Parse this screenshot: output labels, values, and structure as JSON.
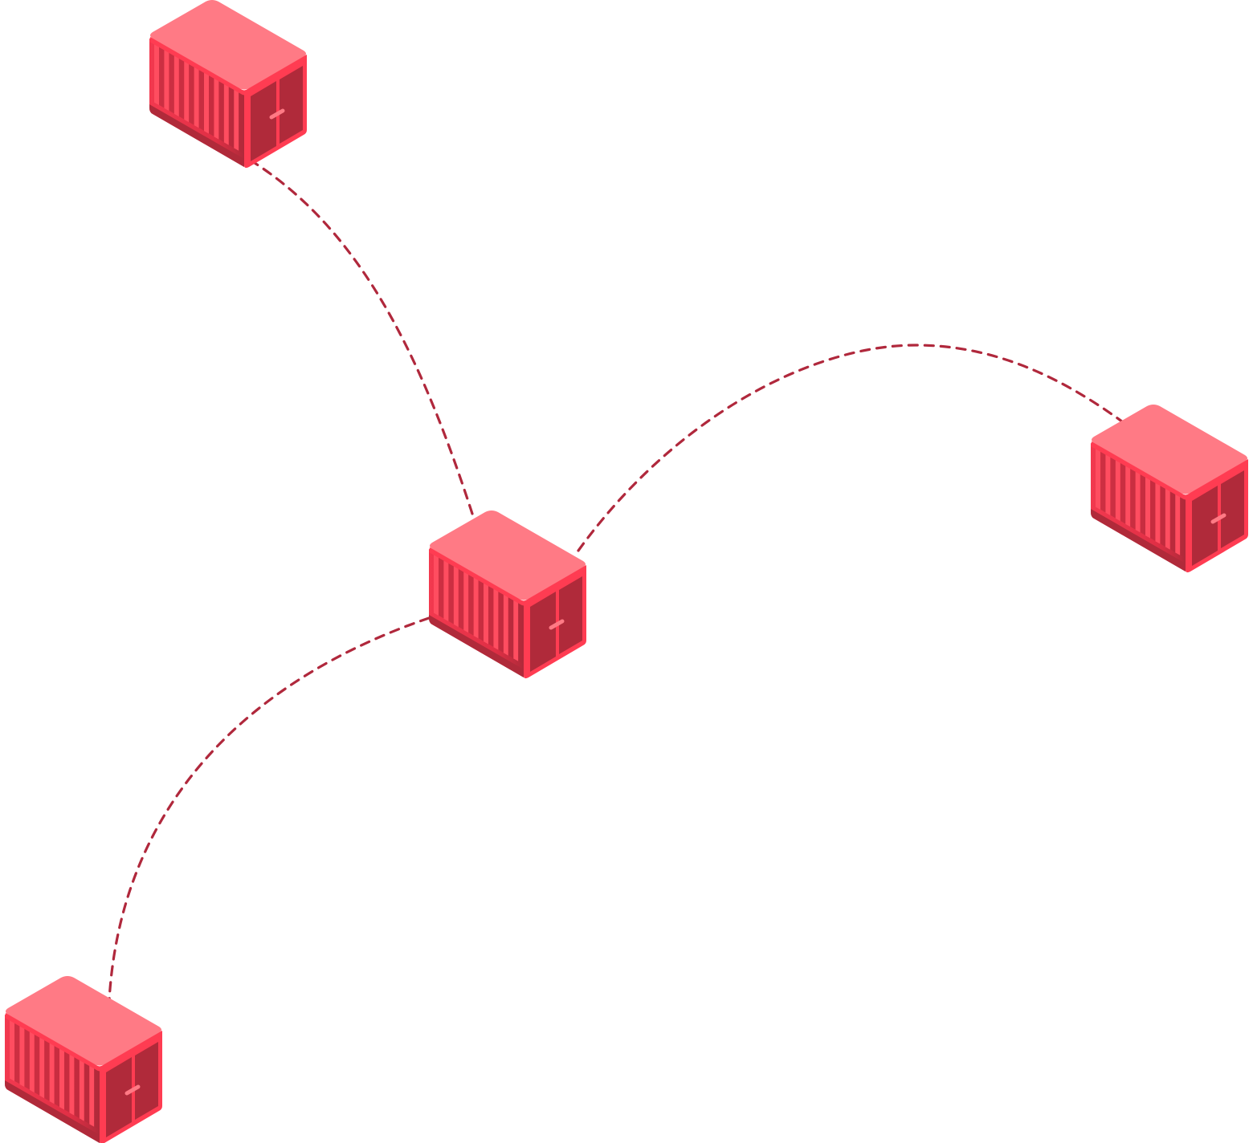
{
  "diagram": {
    "type": "network",
    "center_node": "container-center",
    "nodes": [
      {
        "id": "container-top-left",
        "icon": "shipping-container-icon"
      },
      {
        "id": "container-center",
        "icon": "shipping-container-icon"
      },
      {
        "id": "container-right",
        "icon": "shipping-container-icon"
      },
      {
        "id": "container-bottom-left",
        "icon": "shipping-container-icon"
      }
    ],
    "edges": [
      {
        "from": "container-center",
        "to": "container-top-left",
        "style": "dashed"
      },
      {
        "from": "container-center",
        "to": "container-right",
        "style": "dashed"
      },
      {
        "from": "container-center",
        "to": "container-bottom-left",
        "style": "dashed"
      }
    ]
  },
  "colors": {
    "background": "#ffffff",
    "connector": "#b0283c",
    "container_top": "#ff7a85",
    "container_side": "#f2394f",
    "container_side_dark": "#b02a3a",
    "container_rib": "#ff4d60",
    "container_door": "#b02a3a",
    "container_frame": "#ff3c52",
    "container_handle": "#ff7a85"
  }
}
